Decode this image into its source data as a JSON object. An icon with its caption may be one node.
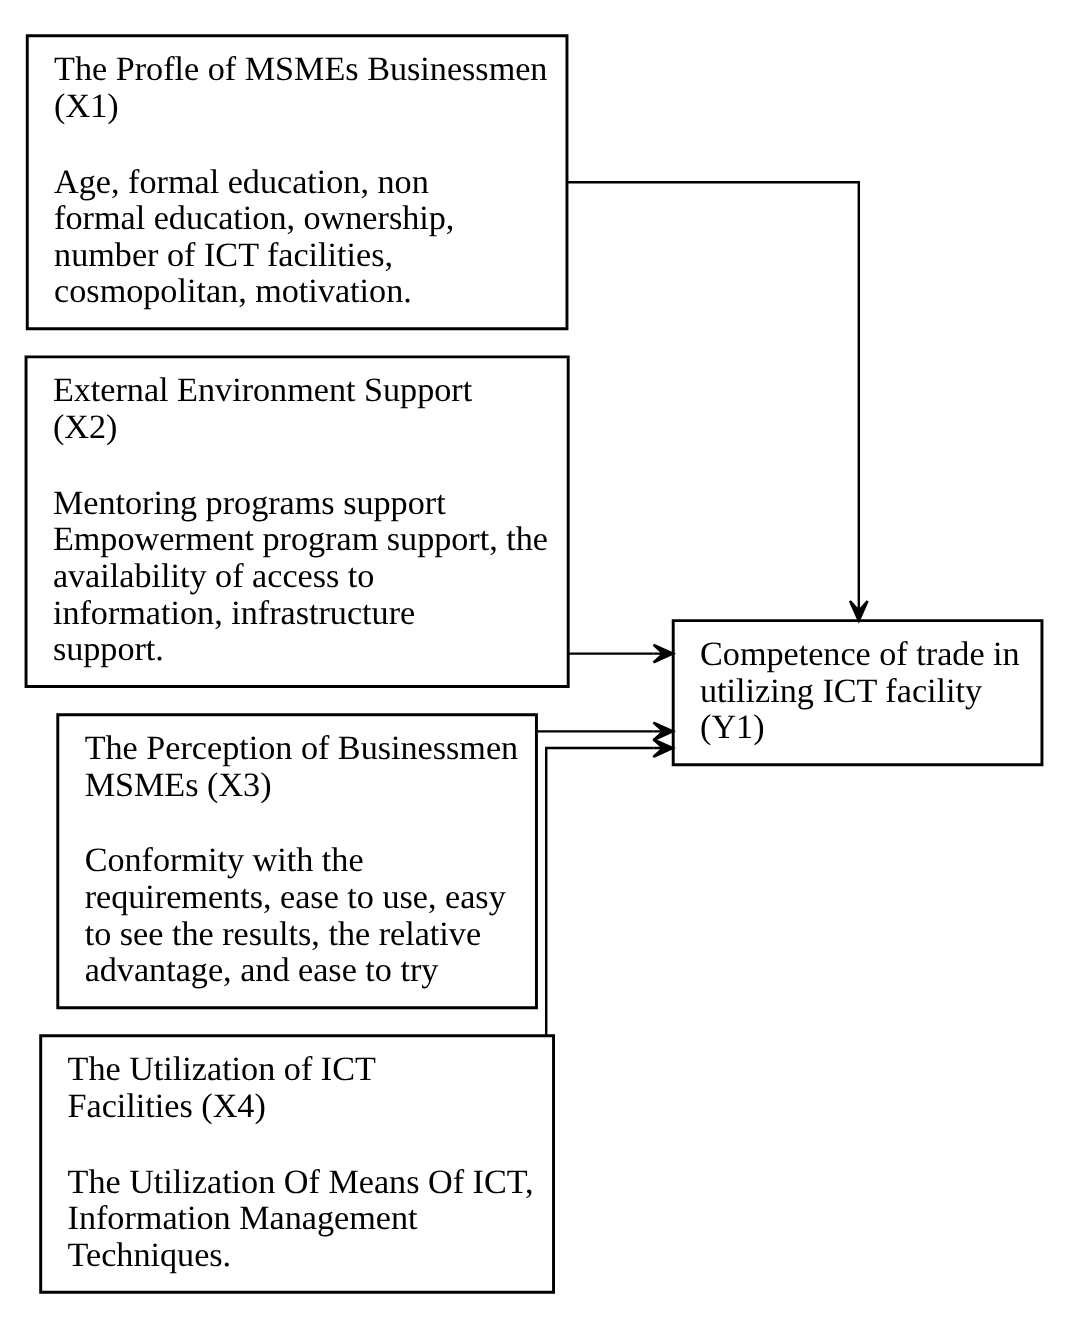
{
  "diagram": {
    "nodes": [
      {
        "text": [
          "The Profle of MSMEs Businessmen (X1)",
          "Age, formal education, non formal education, ownership, number of ICT facilities, cosmopolitan, motivation."
        ]
      },
      {
        "text": [
          "External Environment Support (X2)",
          "Mentoring programs support Empowerment program support, the availability of access to information, infrastructure support."
        ]
      },
      {
        "text": [
          "The Perception of Businessmen MSMEs (X3)",
          "Conformity with the requirements, ease to use, easy to see the results, the relative advantage, and ease to try"
        ]
      },
      {
        "text": [
          "The Utilization of ICT Facilities (X4)",
          "The Utilization Of Means Of ICT, Information Management Techniques."
        ]
      },
      {
        "text": [
          "Competence of trade in utilizing ICT facility (Y1)"
        ]
      }
    ],
    "edges": [
      {
        "from": 0,
        "to": 4,
        "arrow": "to"
      },
      {
        "from": 1,
        "to": 4,
        "arrow": "to"
      },
      {
        "from": 2,
        "to": 4,
        "arrow": "to"
      },
      {
        "from": 3,
        "to": 4,
        "arrow": "to"
      }
    ]
  }
}
